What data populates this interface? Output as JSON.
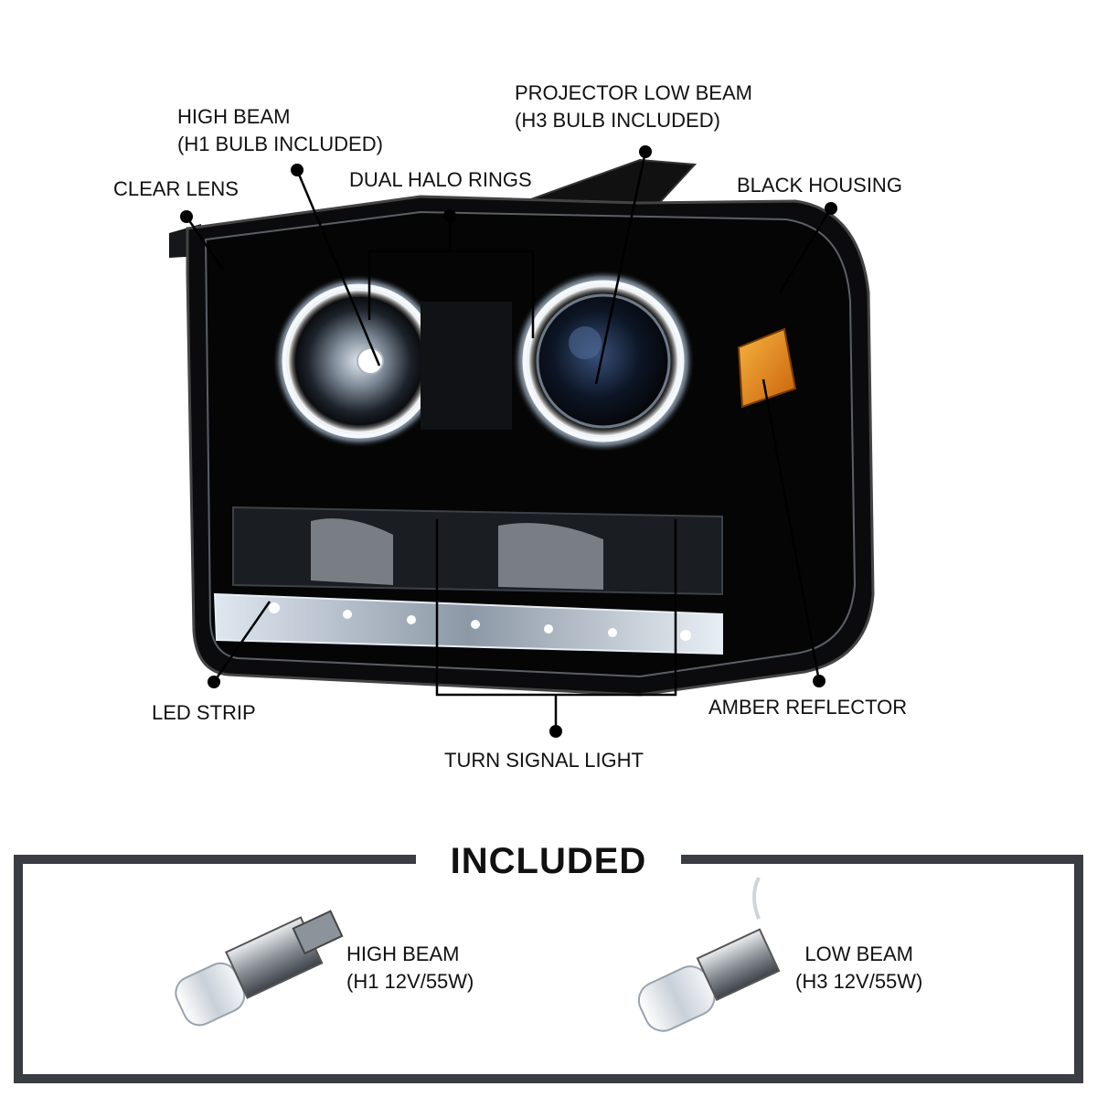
{
  "callouts": {
    "high_beam": {
      "line1": "HIGH BEAM",
      "line2": "(H1 BULB INCLUDED)"
    },
    "projector_low_beam": {
      "line1": "PROJECTOR LOW BEAM",
      "line2": "(H3 BULB INCLUDED)"
    },
    "clear_lens": "CLEAR LENS",
    "dual_halo_rings": "DUAL HALO RINGS",
    "black_housing": "BLACK HOUSING",
    "led_strip": "LED STRIP",
    "turn_signal_light": "TURN SIGNAL LIGHT",
    "amber_reflector": "AMBER REFLECTOR"
  },
  "included": {
    "title": "INCLUDED",
    "high_bulb": {
      "line1": "HIGH BEAM",
      "line2": "(H1 12V/55W)"
    },
    "low_bulb": {
      "line1": "LOW BEAM",
      "line2": "(H3 12V/55W)"
    }
  },
  "colors": {
    "housing": "#0b0b0d",
    "amber": "#e58a10",
    "frame": "#3a3d42",
    "halo": "#eef4ff"
  }
}
